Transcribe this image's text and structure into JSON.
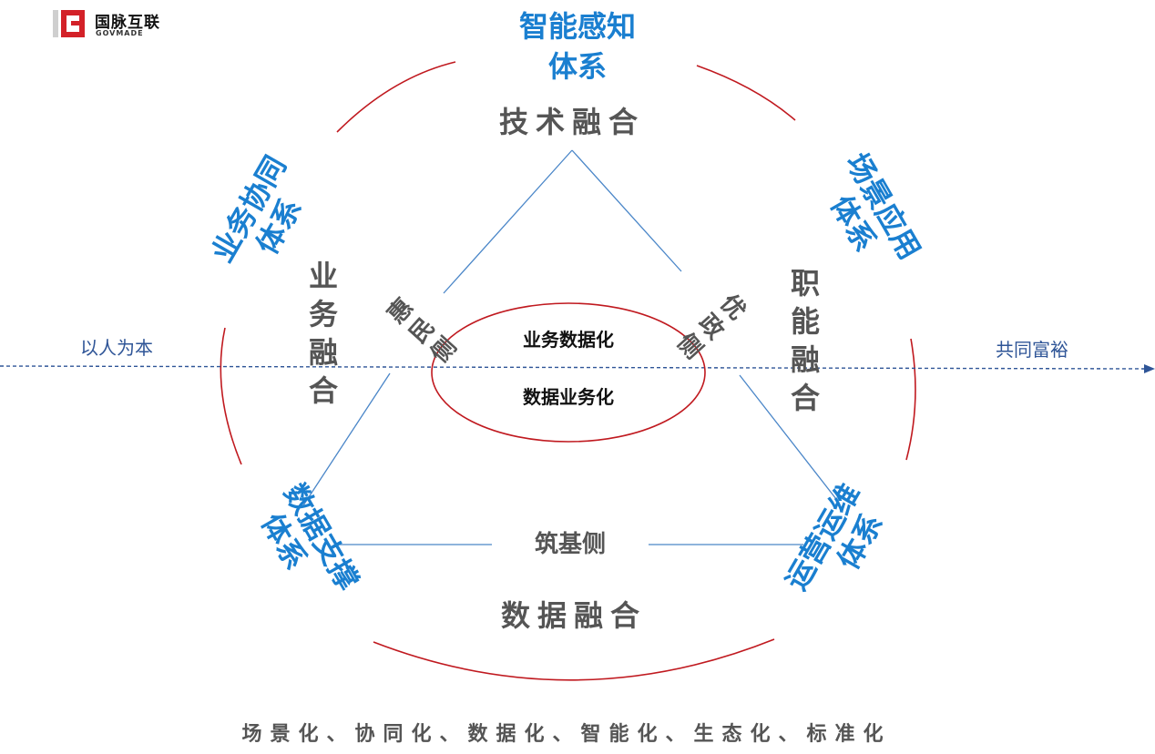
{
  "logo": {
    "name_cn": "国脉互联",
    "name_en": "GOVMADE",
    "brand_color": "#d32128"
  },
  "systems": {
    "top": [
      "智能感知",
      "体系"
    ],
    "upper_left": [
      "业务协同",
      "体系"
    ],
    "upper_right": [
      "场景应用",
      "体系"
    ],
    "lower_left": [
      "数据支撑",
      "体系"
    ],
    "lower_right": [
      "运营运维",
      "体系"
    ]
  },
  "fusions": {
    "top": "技术融合",
    "left": "业务融合",
    "right": "职能融合",
    "bottom": "数据融合"
  },
  "triangle_sides": {
    "left": "惠民侧",
    "right": "优政侧",
    "bottom": "筑基侧"
  },
  "center": {
    "line1": "业务数据化",
    "line2": "数据业务化"
  },
  "axis": {
    "start": "以人为本",
    "end": "共同富裕"
  },
  "footer": "场景化、协同化、数据化、智能化、生态化、标准化",
  "colors": {
    "system_text": "#1a7fd0",
    "circle": "#c0191f",
    "triangle": "#4a86c8",
    "axis": "#2f5597",
    "body_text": "#555555"
  }
}
